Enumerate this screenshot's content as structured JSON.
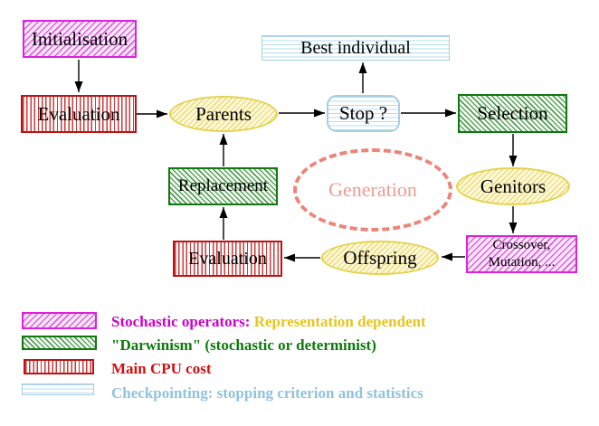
{
  "nodes": {
    "initialisation": {
      "label": "Initialisation"
    },
    "evaluation_top": {
      "label": "Evaluation"
    },
    "parents": {
      "label": "Parents"
    },
    "best_individual": {
      "label": "Best individual"
    },
    "stop": {
      "label": "Stop ?"
    },
    "selection": {
      "label": "Selection"
    },
    "replacement": {
      "label": "Replacement"
    },
    "generation": {
      "label": "Generation"
    },
    "genitors": {
      "label": "Genitors"
    },
    "evaluation_bottom": {
      "label": "Evaluation"
    },
    "offspring": {
      "label": "Offspring"
    },
    "crossover_mutation": {
      "line1": "Crossover,",
      "line2": "Mutation, ..."
    }
  },
  "legend": {
    "items": [
      {
        "pattern": "magenta-diagonal-hatch",
        "label": "Stochastic operators:",
        "label_secondary": " Representation dependent"
      },
      {
        "pattern": "green-diagonal-hatch",
        "label": "\"Darwinism\" (stochastic or determinist)"
      },
      {
        "pattern": "red-vertical-stripes",
        "label": "Main CPU cost"
      },
      {
        "pattern": "cyan-horizontal-stripes",
        "label": "Checkpointing: stopping criterion and statistics"
      }
    ]
  },
  "colors": {
    "stochastic_magenta": "#dd22dd",
    "darwinism_green": "#117711",
    "cpu_red": "#cc1111",
    "checkpoint_cyan": "#a5cfe2",
    "operator_yellow": "#e5d34f",
    "generation_salmon": "#ee8478",
    "legend_magenta_text": "#cc00cc",
    "legend_yellow_text": "#e7c51f",
    "legend_green_text": "#0a7a0a",
    "legend_red_text": "#cc1111",
    "legend_cyan_text": "#8fc3de"
  }
}
